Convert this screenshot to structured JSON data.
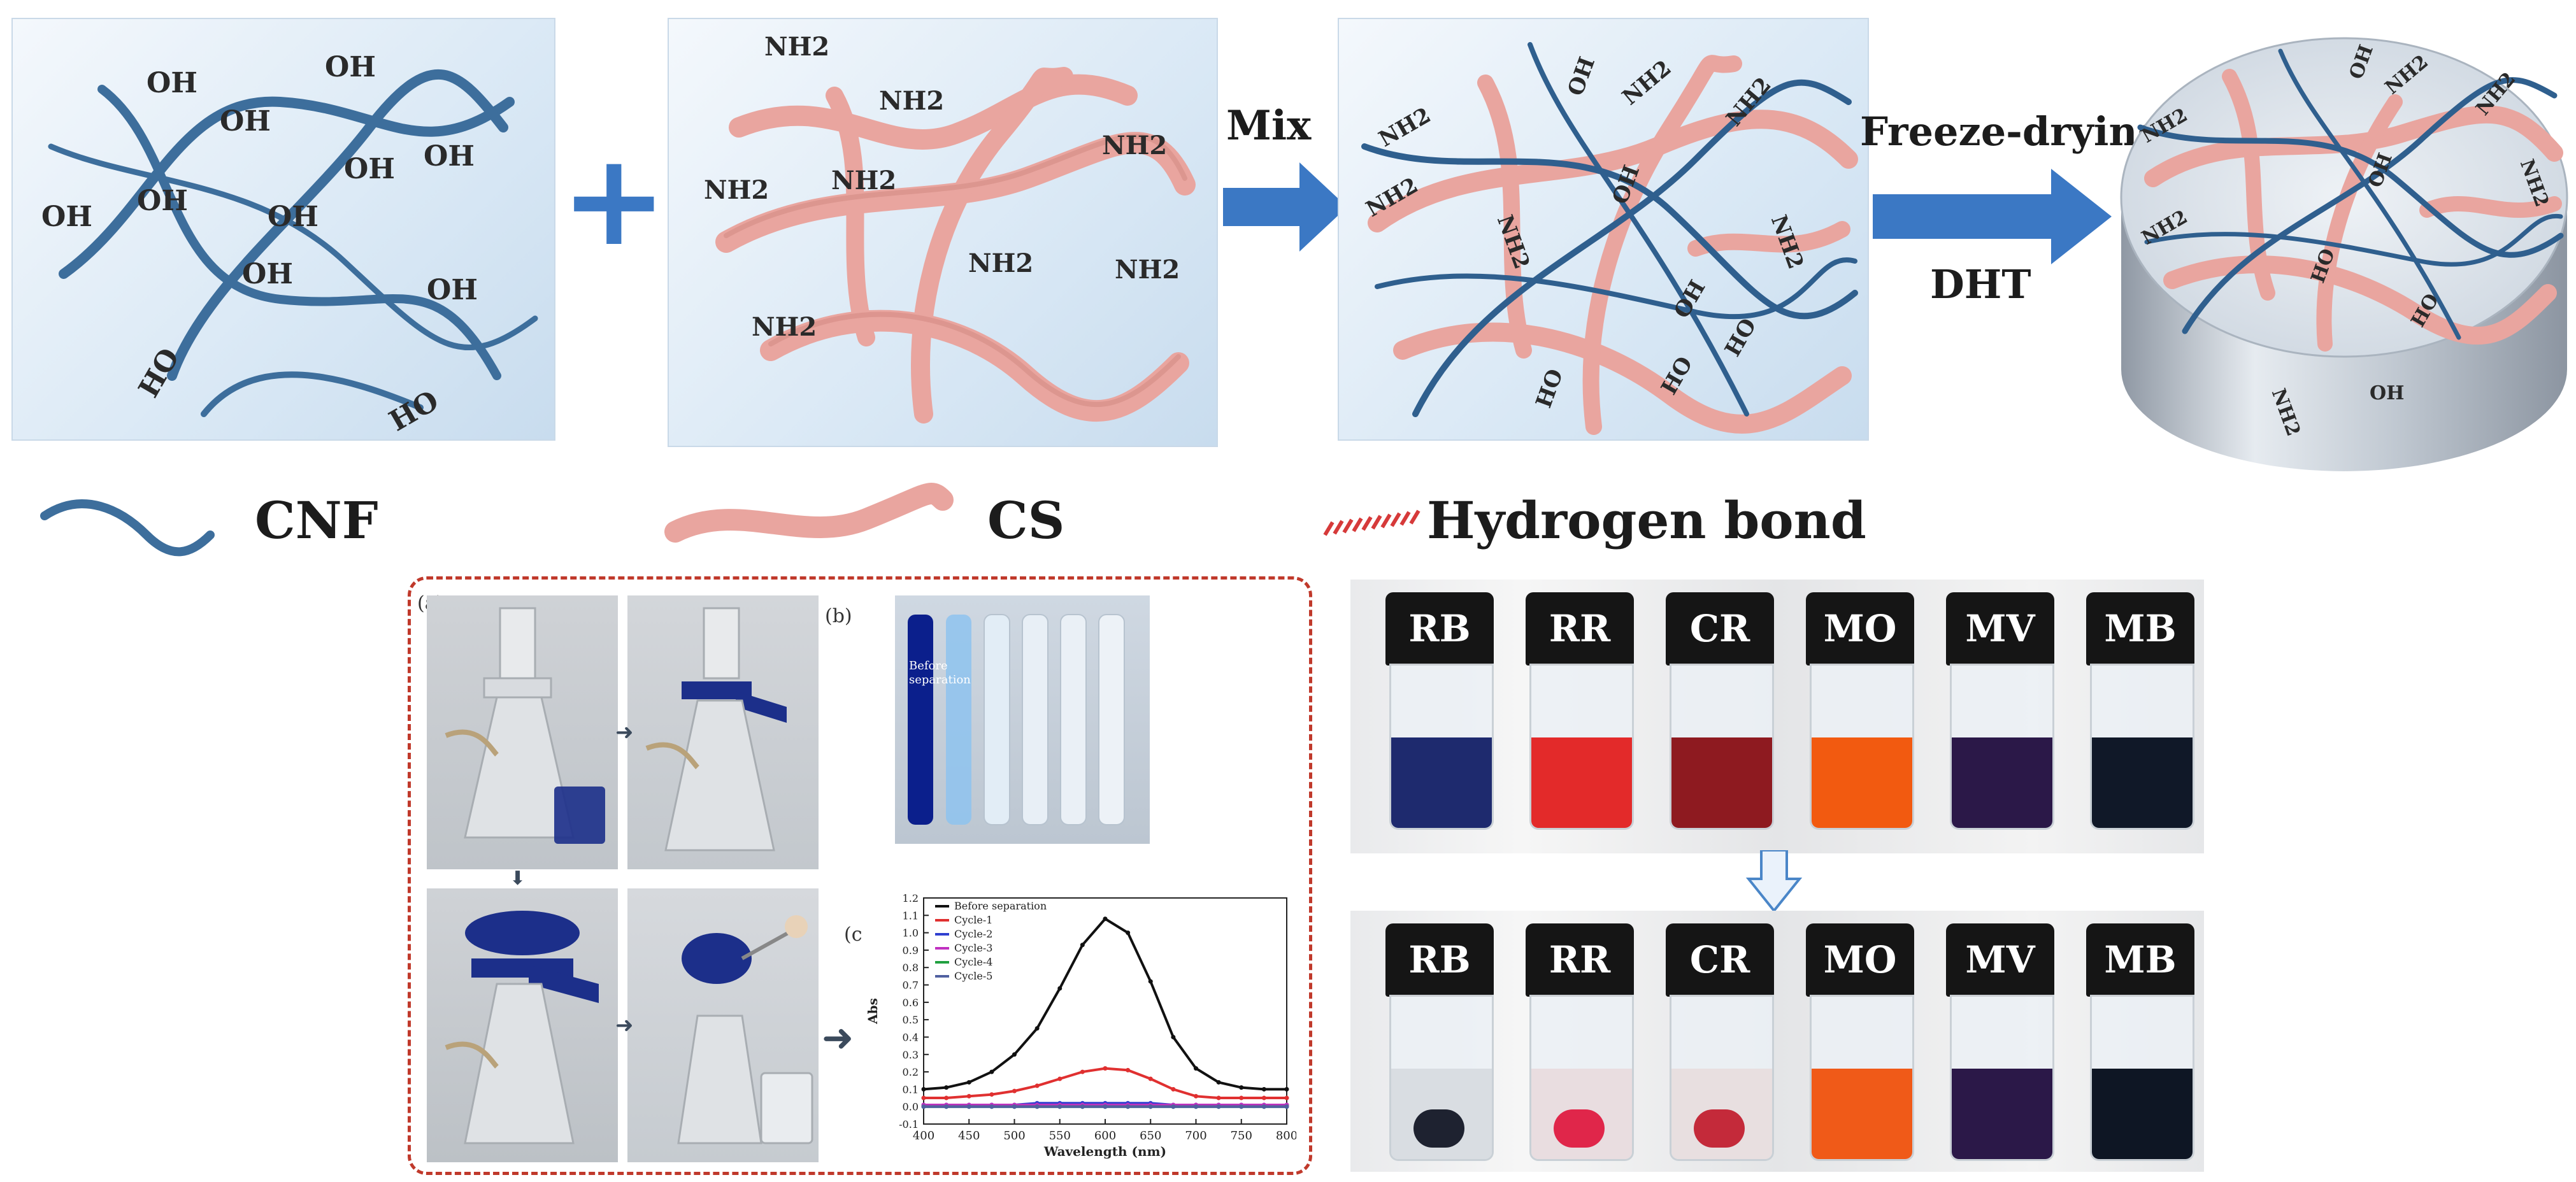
{
  "colors": {
    "cnf": "#3d6e9c",
    "cs": "#e9a59f",
    "hbond": "#d63a3a",
    "arrow": "#3b78c4",
    "frame": "#c0392b"
  },
  "panels": {
    "cnf_groups": [
      "OH",
      "OH",
      "OH",
      "OH",
      "OH",
      "OH",
      "OH",
      "OH",
      "OH",
      "OH",
      "HO",
      "HO"
    ],
    "cs_groups": [
      "NH2",
      "NH2",
      "NH2",
      "NH2",
      "NH2",
      "NH2",
      "NH2",
      "NH2"
    ],
    "mix_groups": [
      "NH2",
      "NH2",
      "NH2",
      "NH2",
      "OH",
      "OH",
      "OH",
      "HO",
      "HO",
      "NH2",
      "NH2",
      "HO"
    ],
    "final_groups": [
      "NH2",
      "NH2",
      "NH2",
      "NH2",
      "OH",
      "OH",
      "HO",
      "HO",
      "NH2",
      "OH",
      "NH2"
    ]
  },
  "steps": {
    "plus_symbol": "+",
    "mix_label": "Mix",
    "freeze_label": "Freeze-drying",
    "dht_label": "DHT"
  },
  "legend": {
    "cnf_label": "CNF",
    "cs_label": "CS",
    "hbond_label": "Hydrogen bond"
  },
  "filtration": {
    "label_a": "(a)",
    "label_b": "(b)",
    "label_c": "(c)",
    "tube_text": "Before separation"
  },
  "chart_data": {
    "type": "line",
    "title": "",
    "xlabel": "Wavelength (nm)",
    "ylabel": "Abs",
    "xlim": [
      400,
      800
    ],
    "ylim": [
      -0.1,
      1.2
    ],
    "x_ticks": [
      "400",
      "450",
      "500",
      "550",
      "600",
      "650",
      "700",
      "750",
      "800"
    ],
    "y_ticks": [
      "-0.1",
      "0.0",
      "0.1",
      "0.2",
      "0.3",
      "0.4",
      "0.5",
      "0.6",
      "0.7",
      "0.8",
      "0.9",
      "1.0",
      "1.1",
      "1.2"
    ],
    "x": [
      400,
      425,
      450,
      475,
      500,
      525,
      550,
      575,
      600,
      625,
      650,
      675,
      700,
      725,
      750,
      775,
      800
    ],
    "series": [
      {
        "name": "Before separation",
        "color": "#111111",
        "values": [
          0.1,
          0.11,
          0.14,
          0.2,
          0.3,
          0.45,
          0.68,
          0.93,
          1.08,
          1.0,
          0.72,
          0.4,
          0.22,
          0.14,
          0.11,
          0.1,
          0.1
        ]
      },
      {
        "name": "Cycle-1",
        "color": "#e03030",
        "values": [
          0.05,
          0.05,
          0.06,
          0.07,
          0.09,
          0.12,
          0.16,
          0.2,
          0.22,
          0.21,
          0.16,
          0.1,
          0.06,
          0.05,
          0.05,
          0.05,
          0.05
        ]
      },
      {
        "name": "Cycle-2",
        "color": "#2f3fd0",
        "values": [
          0.01,
          0.01,
          0.01,
          0.01,
          0.01,
          0.02,
          0.02,
          0.02,
          0.02,
          0.02,
          0.02,
          0.01,
          0.01,
          0.01,
          0.01,
          0.01,
          0.01
        ]
      },
      {
        "name": "Cycle-3",
        "color": "#c030c0",
        "values": [
          0.01,
          0.01,
          0.01,
          0.01,
          0.01,
          0.01,
          0.01,
          0.01,
          0.01,
          0.01,
          0.01,
          0.01,
          0.01,
          0.01,
          0.01,
          0.01,
          0.01
        ]
      },
      {
        "name": "Cycle-4",
        "color": "#20a040",
        "values": [
          0.0,
          0.0,
          0.0,
          0.0,
          0.0,
          0.0,
          0.0,
          0.0,
          0.0,
          0.0,
          0.0,
          0.0,
          0.0,
          0.0,
          0.0,
          0.0,
          0.0
        ]
      },
      {
        "name": "Cycle-5",
        "color": "#5060a0",
        "values": [
          0.0,
          0.0,
          0.0,
          0.0,
          0.0,
          0.0,
          0.0,
          0.0,
          0.0,
          0.0,
          0.0,
          0.0,
          0.0,
          0.0,
          0.0,
          0.0,
          0.0
        ]
      }
    ]
  },
  "dyes": {
    "before": [
      {
        "label": "RB",
        "color": "#1e2a6e"
      },
      {
        "label": "RR",
        "color": "#e32a2a"
      },
      {
        "label": "CR",
        "color": "#8e1a20"
      },
      {
        "label": "MO",
        "color": "#f25a10"
      },
      {
        "label": "MV",
        "color": "#2b1848"
      },
      {
        "label": "MB",
        "color": "#101828"
      }
    ],
    "after": [
      {
        "label": "RB",
        "color": "#d9dde2"
      },
      {
        "label": "RR",
        "color": "#e9dde0"
      },
      {
        "label": "CR",
        "color": "#e8dfe0"
      },
      {
        "label": "MO",
        "color": "#f05a18"
      },
      {
        "label": "MV",
        "color": "#2b1848"
      },
      {
        "label": "MB",
        "color": "#0e1624"
      }
    ]
  }
}
